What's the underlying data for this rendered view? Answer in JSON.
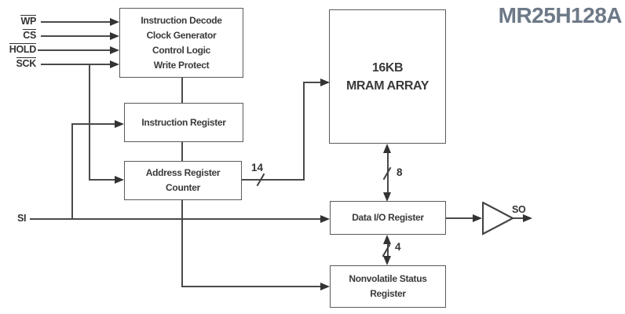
{
  "title": "MR25H128A",
  "inputs": [
    {
      "label": "WP",
      "active_low": true
    },
    {
      "label": "CS",
      "active_low": true
    },
    {
      "label": "HOLD",
      "active_low": true
    },
    {
      "label": "SCK",
      "active_low": true
    }
  ],
  "serial": {
    "in": "SI",
    "out": "SO"
  },
  "blocks": {
    "control": {
      "lines": [
        "Instruction Decode",
        "Clock Generator",
        "Control Logic",
        "Write Protect"
      ]
    },
    "instruction_register": {
      "label": "Instruction Register"
    },
    "address_register": {
      "lines": [
        "Address Register",
        "Counter"
      ]
    },
    "mram_array": {
      "lines": [
        "16KB",
        "MRAM ARRAY"
      ]
    },
    "data_io_register": {
      "label": "Data I/O Register"
    },
    "status_register": {
      "lines": [
        "Nonvolatile Status",
        "Register"
      ]
    }
  },
  "buses": {
    "address_width": "14",
    "data_width": "8",
    "status_width": "4"
  },
  "colors": {
    "line": "#4a4a4a",
    "block_border": "#5a5a5a",
    "text": "#3a3a3a",
    "title": "#6d7987",
    "background": "#ffffff"
  }
}
